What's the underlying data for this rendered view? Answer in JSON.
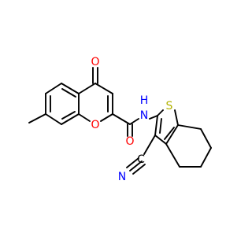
{
  "molecule": {
    "atom_labels": {
      "carbonyl_oxygen_top": "O",
      "ring_oxygen": "O",
      "amide_oxygen": "O",
      "amide_nitrogen": "N",
      "amide_hydrogen": "H",
      "thiophene_sulfur": "S",
      "nitrile_nitrogen": "N",
      "nitrile_carbon": "C"
    },
    "colors": {
      "bond": "#000000",
      "oxygen": "#ff0000",
      "nitrogen": "#0000ff",
      "sulfur": "#b2b200",
      "carbon": "#000000"
    }
  }
}
